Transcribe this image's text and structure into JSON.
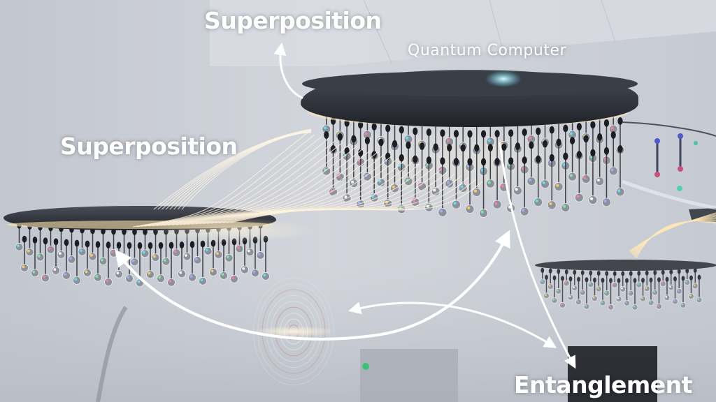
{
  "labels": {
    "superposition_top": "Superposition",
    "quantum_computer": "Quantum Computer",
    "superposition_left": "Superposition",
    "entanglement": "Entanglement"
  },
  "colors": {
    "wall": "#c9ccd3",
    "ceiling": "#d8dbe1",
    "disc": "#2b2e35",
    "fiber": "#fff3dc",
    "arrow": "#ffffff",
    "label": "#ffffff"
  }
}
